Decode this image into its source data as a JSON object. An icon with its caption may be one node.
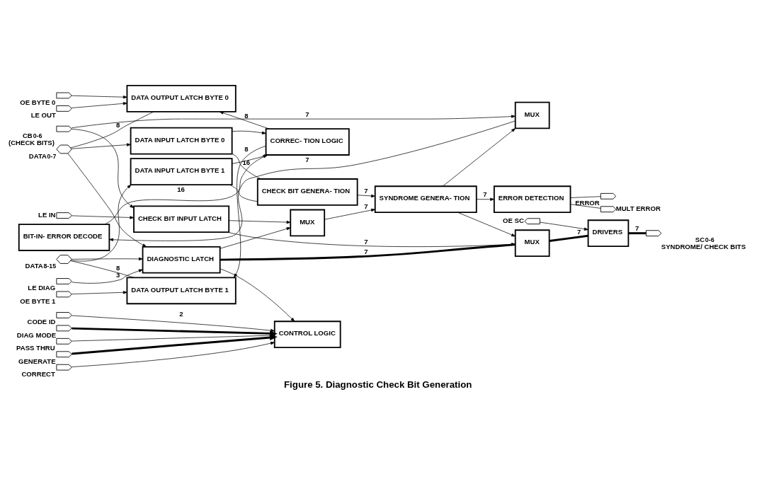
{
  "diagram": {
    "caption": "Figure 5. Diagnostic Check Bit Generation",
    "nodes": [
      {
        "text": [],
        "shape": "pentagon",
        "beside": [
          "LE OUT"
        ]
      },
      {
        "text": [],
        "shape": "pentagon",
        "beside": [
          "OE BYTE 0"
        ]
      },
      {
        "text": [],
        "shape": "pentagon",
        "beside": [
          "CB$_{0-6}$ (CHECK BITS)"
        ]
      },
      {
        "text": [],
        "shape": "hexagon",
        "beside": [
          "DATA$_{0-7}$"
        ]
      },
      {
        "text": [],
        "shape": "hexagon",
        "beside": [
          "DATA$_{8-15}$"
        ]
      },
      {
        "text": [],
        "shape": "pentagon",
        "beside": [
          "OE BYTE 1"
        ]
      },
      {
        "text": [],
        "shape": "pentagon",
        "beside": [
          "LE IN"
        ]
      },
      {
        "text": [],
        "shape": "pentagon",
        "beside": [
          "LE DIAG"
        ]
      },
      {
        "text": [],
        "shape": "pentagon",
        "beside": [
          "CODE ID"
        ]
      },
      {
        "text": [],
        "shape": "pentagon",
        "beside": [
          "DIAG MODE"
        ]
      },
      {
        "text": [],
        "shape": "pentagon",
        "beside": [
          "PASS THRU"
        ]
      },
      {
        "text": [],
        "shape": "pentagon",
        "beside": [
          "GENERATE"
        ]
      },
      {
        "text": [],
        "shape": "pentagon",
        "beside": [
          "CORRECT"
        ]
      },
      {
        "text": [
          "DATA OUTPUT LATCH BYTE 0"
        ]
      },
      {
        "text": [
          "DATA OUTPUT LATCH BYTE 1"
        ]
      },
      {
        "text": [
          "DATA INPUT LATCH BYTE 0"
        ]
      },
      {
        "text": [
          "DATA INPUT LATCH BYTE 1"
        ]
      },
      {
        "text": [
          "CHECK BIT INPUT LATCH"
        ]
      },
      {
        "text": [
          "DIAGNOSTIC LATCH"
        ]
      },
      {
        "text": [
          "CONTROL LOGIC"
        ]
      },
      {
        "text": [
          "CORREC- TION LOGIC"
        ]
      },
      {
        "text": [
          "BIT-IN- ERROR DECODE"
        ]
      },
      {
        "text": [
          "MUX"
        ]
      },
      {
        "text": [
          "CHECK BIT GENERA- TION"
        ]
      },
      {
        "text": [
          "SYNDROME GENERA- TION"
        ]
      },
      {
        "text": [
          "MUX"
        ]
      },
      {
        "text": [
          "MUX"
        ]
      },
      {
        "text": [
          "DRIVERS"
        ]
      },
      {
        "text": [
          "ERROR DETECTION"
        ]
      },
      {
        "text": [],
        "shape": "pentagon",
        "beside": [
          "SC$_{0-6}$ SYNDROME/ CHECK BITS"
        ]
      },
      {
        "text": [],
        "shape": "pentagon",
        "beside": [
          "OE SC"
        ]
      },
      {
        "text": [],
        "shape": "pentagon",
        "beside": [
          "ERROR"
        ]
      },
      {
        "text": [],
        "shape": "pentagon",
        "beside": [
          "MULT ERROR"
        ]
      }
    ],
    "edges": [
      {
        "from": 0,
        "to": 13,
        "arrow": "to"
      },
      {
        "from": 1,
        "to": 13,
        "arrow": "to"
      },
      {
        "from": 2,
        "to": 22,
        "arrow": "to",
        "label": "7"
      },
      {
        "from": 2,
        "to": 17,
        "arrow": "to"
      },
      {
        "from": 3,
        "to": 13,
        "arrow": "none",
        "label": "8"
      },
      {
        "from": 3,
        "to": 15,
        "arrow": "to"
      },
      {
        "from": 3,
        "to": 18,
        "arrow": "to"
      },
      {
        "from": 4,
        "to": 14,
        "arrow": "none",
        "label": "8"
      },
      {
        "from": 4,
        "to": 16,
        "arrow": "to"
      },
      {
        "from": 4,
        "to": 18,
        "arrow": "to"
      },
      {
        "from": 5,
        "to": 14,
        "arrow": "to"
      },
      {
        "from": 20,
        "to": 13,
        "arrow": "to",
        "label": "8"
      },
      {
        "from": 20,
        "to": 14,
        "arrow": "to",
        "label": "8"
      },
      {
        "from": 21,
        "to": 20,
        "arrow": "to",
        "label": "16"
      },
      {
        "from": 22,
        "to": 21,
        "arrow": "to",
        "label": "7"
      },
      {
        "from": 15,
        "to": 23,
        "arrow": "none",
        "label": "16"
      },
      {
        "from": 16,
        "to": 23,
        "arrow": "none"
      },
      {
        "from": 15,
        "to": 20,
        "arrow": "to"
      },
      {
        "from": 16,
        "to": 20,
        "arrow": "to"
      },
      {
        "from": 17,
        "to": 26,
        "arrow": "to",
        "label": "7"
      },
      {
        "from": 17,
        "to": 25,
        "arrow": "to"
      },
      {
        "from": 6,
        "to": 17,
        "arrow": "to"
      },
      {
        "from": 18,
        "to": 25,
        "arrow": "to"
      },
      {
        "from": 18,
        "to": 26,
        "arrow": "none",
        "style": "thick",
        "label": "7"
      },
      {
        "from": 18,
        "to": 19,
        "arrow": "to"
      },
      {
        "from": 7,
        "to": 18,
        "arrow": "to",
        "label": "3"
      },
      {
        "from": 8,
        "to": 19,
        "arrow": "to",
        "label": "2"
      },
      {
        "from": 9,
        "to": 19,
        "arrow": "to",
        "style": "thick"
      },
      {
        "from": 10,
        "to": 19,
        "arrow": "to"
      },
      {
        "from": 11,
        "to": 19,
        "arrow": "to",
        "style": "thick"
      },
      {
        "from": 12,
        "to": 19,
        "arrow": "to"
      },
      {
        "from": 23,
        "to": 24,
        "arrow": "to",
        "label": "7"
      },
      {
        "from": 25,
        "to": 24,
        "arrow": "to",
        "label": "7"
      },
      {
        "from": 24,
        "to": 28,
        "arrow": "to",
        "label": "7"
      },
      {
        "from": 24,
        "to": 22,
        "arrow": "to"
      },
      {
        "from": 24,
        "to": 26,
        "arrow": "to"
      },
      {
        "from": 26,
        "to": 27,
        "arrow": "none",
        "style": "thick",
        "label": "7"
      },
      {
        "from": 27,
        "to": 29,
        "arrow": "none",
        "style": "thick",
        "label": "7"
      },
      {
        "from": 30,
        "to": 27,
        "arrow": "to"
      },
      {
        "from": 28,
        "to": 31,
        "arrow": "none"
      },
      {
        "from": 28,
        "to": 32,
        "arrow": "none"
      }
    ]
  }
}
